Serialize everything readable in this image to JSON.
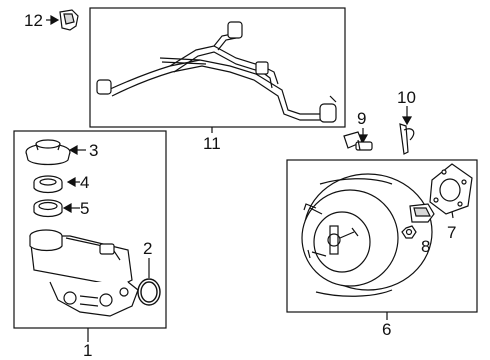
{
  "callouts": {
    "c1": "1",
    "c2": "2",
    "c3": "3",
    "c4": "4",
    "c5": "5",
    "c6": "6",
    "c7": "7",
    "c8": "8",
    "c9": "9",
    "c10": "10",
    "c11": "11",
    "c12": "12"
  },
  "colors": {
    "line": "#111111",
    "fill": "#ffffff",
    "shade": "#d8d8d8"
  }
}
